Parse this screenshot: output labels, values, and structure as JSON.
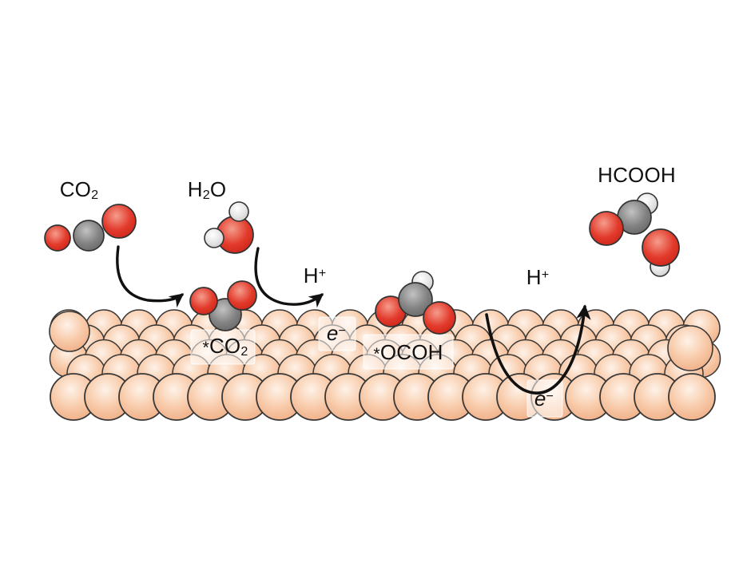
{
  "figure": {
    "description": "CO2 electroreduction to HCOOH on a metal catalyst surface",
    "labels": {
      "co2_gas": {
        "text": "CO",
        "sub": "2"
      },
      "h2o": {
        "h": "H",
        "sub": "2",
        "o": "O"
      },
      "h_plus_left": {
        "text": "H",
        "sup": "+"
      },
      "h_plus_right": {
        "text": "H",
        "sup": "+"
      },
      "hcooh": {
        "text": "HCOOH"
      },
      "ads_co2": {
        "star": "*",
        "text": "CO",
        "sub": "2"
      },
      "ads_ocoh": {
        "star": "*",
        "text": "OCOH"
      },
      "electron_left": {
        "text": "e",
        "sup": "−"
      },
      "electron_right": {
        "text": "e",
        "sup": "−"
      }
    },
    "colors": {
      "background": "#ffffff",
      "text": "#111111",
      "arrow": "#111111",
      "metal_highlight": "#fef2e8",
      "metal_base": "#f8cbaa",
      "metal_shade": "#efad85",
      "metal_outline": "#383838",
      "oxygen_highlight": "#f59c8c",
      "oxygen_base": "#e23a2b",
      "oxygen_shade": "#cc2619",
      "carbon_highlight": "#c2c2c2",
      "carbon_base": "#828282",
      "carbon_shade": "#686868",
      "hydrogen_highlight": "#ffffff",
      "hydrogen_base": "#e4e4e4",
      "hydrogen_shade": "#cccccc",
      "atom_outline": "#333333",
      "label_box": "#ffffff"
    }
  }
}
